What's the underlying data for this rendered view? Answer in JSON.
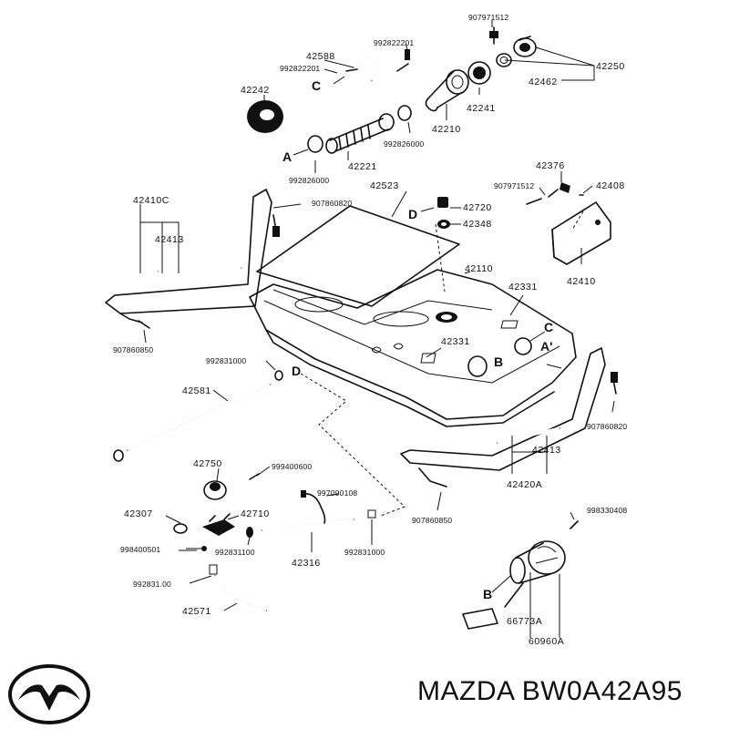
{
  "brand": "MAZDA",
  "part_number": "BW0A42A95",
  "callouts": [
    {
      "id": "907971512a",
      "text": "907971512"
    },
    {
      "id": "992822201a",
      "text": "992822201"
    },
    {
      "id": "42588",
      "text": "42588"
    },
    {
      "id": "992822201b",
      "text": "992822201"
    },
    {
      "id": "C1",
      "text": "C"
    },
    {
      "id": "42250",
      "text": "42250"
    },
    {
      "id": "42462",
      "text": "42462"
    },
    {
      "id": "42242",
      "text": "42242"
    },
    {
      "id": "42241",
      "text": "42241"
    },
    {
      "id": "42210",
      "text": "42210"
    },
    {
      "id": "A1",
      "text": "A"
    },
    {
      "id": "992826000a",
      "text": "992826000"
    },
    {
      "id": "992826000b",
      "text": "992826000"
    },
    {
      "id": "42221",
      "text": "42221"
    },
    {
      "id": "42376",
      "text": "42376"
    },
    {
      "id": "907971512b",
      "text": "907971512"
    },
    {
      "id": "42408",
      "text": "42408"
    },
    {
      "id": "42410C",
      "text": "42410C"
    },
    {
      "id": "907860820a",
      "text": "907860820"
    },
    {
      "id": "42523",
      "text": "42523"
    },
    {
      "id": "D1",
      "text": "D"
    },
    {
      "id": "42720",
      "text": "42720"
    },
    {
      "id": "42348",
      "text": "42348"
    },
    {
      "id": "42413a",
      "text": "42413"
    },
    {
      "id": "42410",
      "text": "42410"
    },
    {
      "id": "42110",
      "text": "42110"
    },
    {
      "id": "42331a",
      "text": "42331"
    },
    {
      "id": "42331b",
      "text": "42331"
    },
    {
      "id": "C2",
      "text": "C"
    },
    {
      "id": "A2",
      "text": "A'"
    },
    {
      "id": "B1",
      "text": "B"
    },
    {
      "id": "907860850a",
      "text": "907860850"
    },
    {
      "id": "992831000a",
      "text": "992831000"
    },
    {
      "id": "D2",
      "text": "D"
    },
    {
      "id": "42581",
      "text": "42581"
    },
    {
      "id": "907860820b",
      "text": "907860820"
    },
    {
      "id": "42413b",
      "text": "42413"
    },
    {
      "id": "42420A",
      "text": "42420A"
    },
    {
      "id": "42750",
      "text": "42750"
    },
    {
      "id": "999400600",
      "text": "999400600"
    },
    {
      "id": "997090108",
      "text": "997090108"
    },
    {
      "id": "907860850b",
      "text": "907860850"
    },
    {
      "id": "42307",
      "text": "42307"
    },
    {
      "id": "42710",
      "text": "42710"
    },
    {
      "id": "998330408",
      "text": "998330408"
    },
    {
      "id": "998400501",
      "text": "998400501"
    },
    {
      "id": "992831100",
      "text": "992831100"
    },
    {
      "id": "42316",
      "text": "42316"
    },
    {
      "id": "992831000b",
      "text": "992831000"
    },
    {
      "id": "992831000c",
      "text": "992831.00"
    },
    {
      "id": "B2",
      "text": "B"
    },
    {
      "id": "42571",
      "text": "42571"
    },
    {
      "id": "66773A",
      "text": "66773A"
    },
    {
      "id": "60960A",
      "text": "60960A"
    }
  ]
}
